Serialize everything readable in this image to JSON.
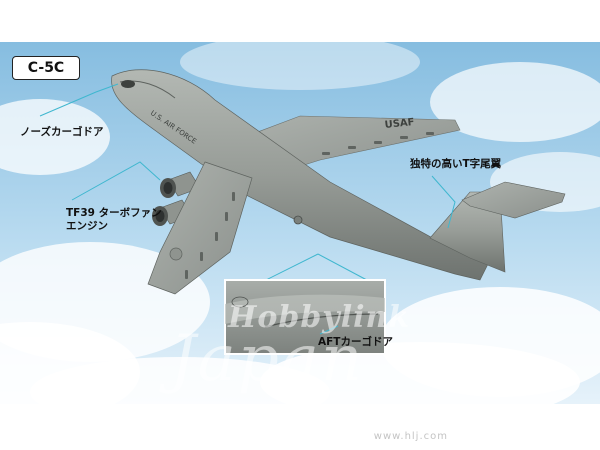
{
  "model_label": "C-5C",
  "callouts": {
    "nose_door": "ノーズカーゴドア",
    "engine": "TF39 ターボファン\nエンジン",
    "tail": "独特の高いT字尾翼",
    "aft_door": "AFTカーゴドア"
  },
  "aircraft_markings": {
    "fuselage_text": "U.S. AIR FORCE",
    "wing_text": "USAF"
  },
  "watermark": {
    "brand_top": "Hobbylink",
    "brand_main": "Japan"
  },
  "footer_url": "www.hlj.com",
  "colors": {
    "sky_top": "#8cc0e2",
    "sky_bottom": "#dfeff9",
    "aircraft_gray": "#9aa09b",
    "aircraft_dark": "#6b706d",
    "callout_line": "#3fb7cf"
  }
}
